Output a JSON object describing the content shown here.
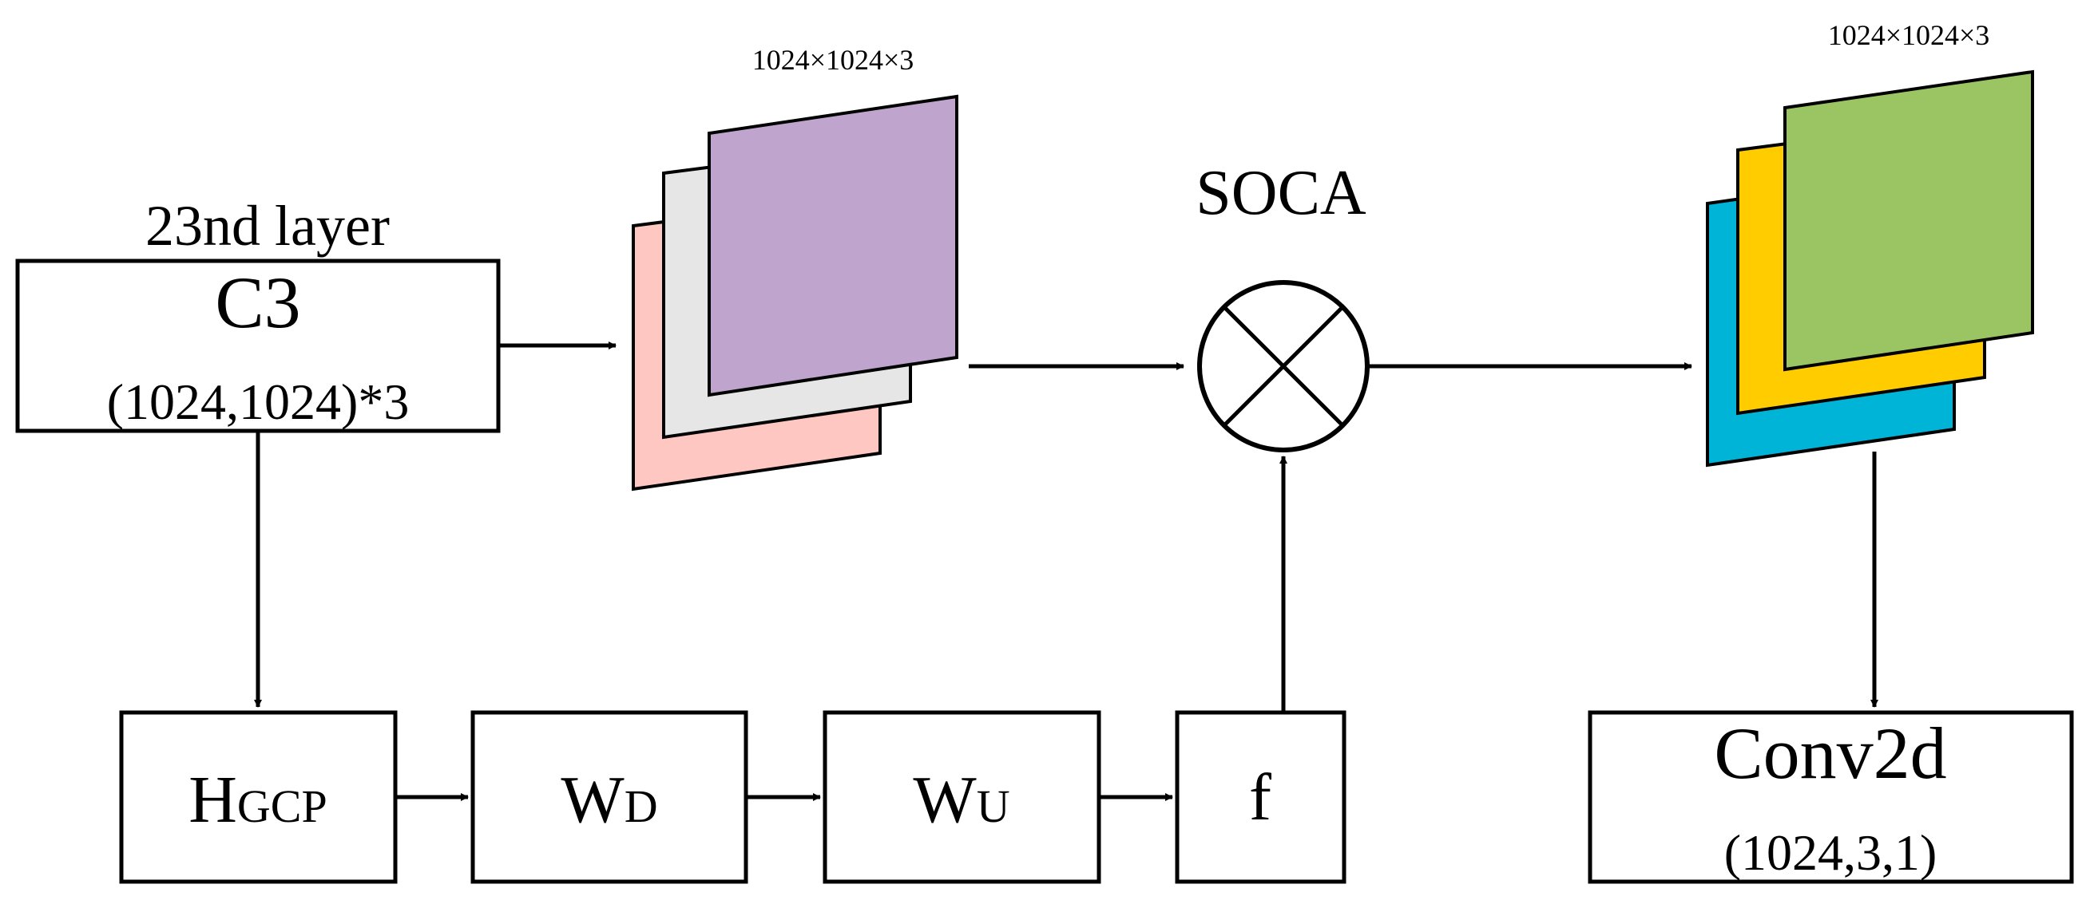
{
  "c3_block": {
    "caption": "23nd layer",
    "title": "C3",
    "subtitle": "(1024,1024)*3"
  },
  "input_stack": {
    "dims": "1024×1024×3",
    "colors": [
      "#FFC7C2",
      "#E6E6E6",
      "#BFA4CD"
    ]
  },
  "operator": {
    "label": "SOCA",
    "symbol": "circle-times-icon"
  },
  "output_stack": {
    "dims": "1024×1024×3",
    "colors": [
      "#00B4D8",
      "#FFCC00",
      "#9BC563"
    ]
  },
  "blocks": {
    "hgcp": {
      "main": "H",
      "sub": "GCP"
    },
    "wd": {
      "main": "W",
      "sub": "D"
    },
    "wu": {
      "main": "W",
      "sub": "U"
    },
    "f": {
      "main": "f"
    }
  },
  "conv_block": {
    "title": "Conv2d",
    "subtitle": "(1024,3,1)"
  }
}
